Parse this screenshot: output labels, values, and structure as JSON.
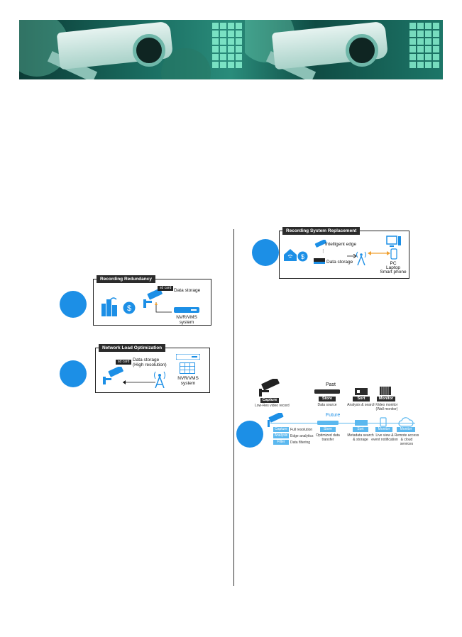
{
  "colors": {
    "accent": "#1c8fe6",
    "dark": "#2b2b2b",
    "banner": "#1a6d61",
    "orange": "#f0a030"
  },
  "banner": {
    "icon": "security-camera-banner"
  },
  "diagram_recording": {
    "title": "Recording Redundancy",
    "sd_label": "sd card",
    "data_storage": "Data storage",
    "nvr_line1": "NVR/VMS",
    "nvr_line2": "system"
  },
  "diagram_network": {
    "title": "Network Load Optimization",
    "sd_label": "sd card",
    "storage_line1": "Data storage",
    "storage_line2": "(High resolution)",
    "nvr_line1": "NVR/VMS",
    "nvr_line2": "system"
  },
  "diagram_simplify": {
    "title": "Recording System Replacement",
    "intelligent_edge": "Intelligent edge",
    "data_storage": "Data storage",
    "pc_line1": "PC",
    "pc_line2": "Laptop",
    "pc_line3": "Smart phone"
  },
  "diagram_pastfuture": {
    "past_label": "Past",
    "future_label": "Future",
    "past_capture": "Capture",
    "past_store": "Store",
    "past_store_sub": "Data source",
    "past_sort": "Sort",
    "past_sort_sub": "Analysis & search",
    "past_monitor": "Monitor",
    "past_monitor_sub": "Video monitor (Wall monitor)",
    "past_capture_sub": "Low-Res video record",
    "future_capture_tags": [
      "Capture",
      "Analysis",
      "Filter"
    ],
    "future_capture_notes": [
      "Full resolution",
      "Edge analytics",
      "Data filtering"
    ],
    "future_store": "Store",
    "future_store_sub": "Optimized data transfer",
    "future_sort": "Sort",
    "future_sort_sub": "Metadata search & storage",
    "future_monitor": "Monitor",
    "future_monitor_sub": "Live view & event notification",
    "future_cloud": "Monitor",
    "future_cloud_sub": "Remote access & cloud services"
  }
}
